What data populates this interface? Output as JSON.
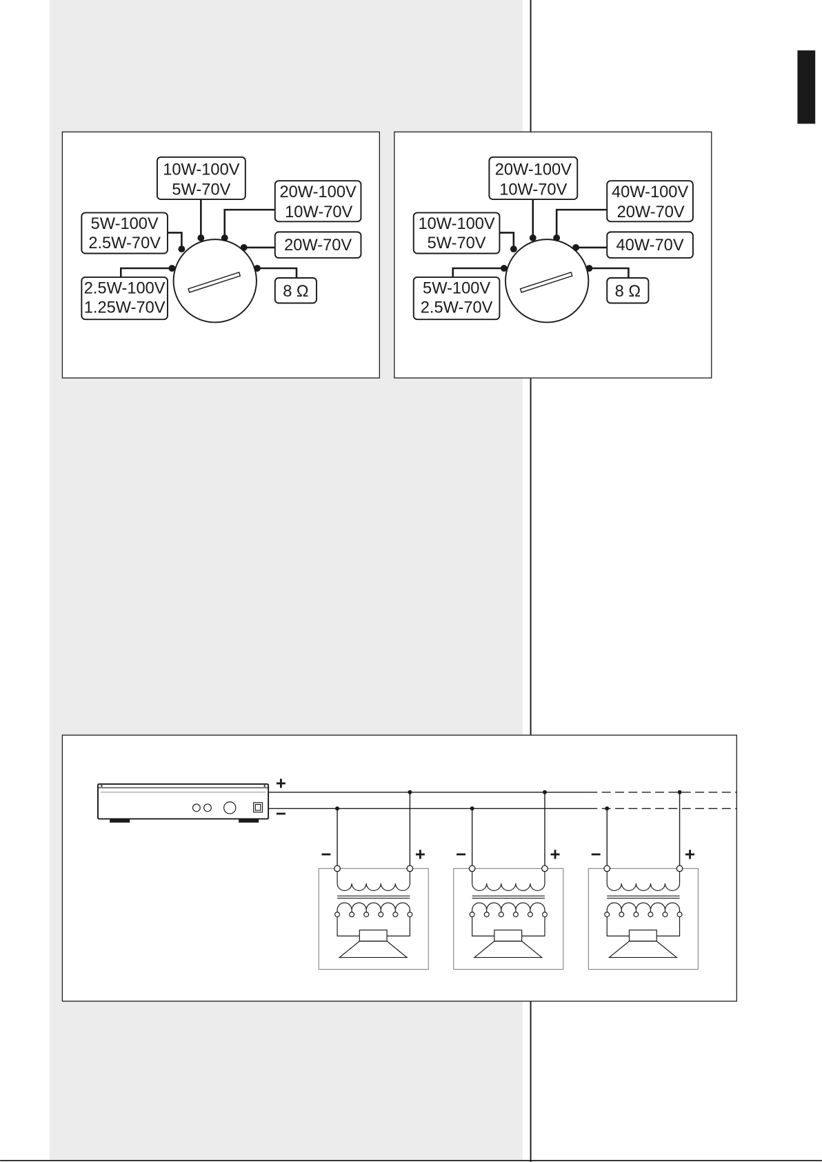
{
  "page": {
    "band_color": "#ececec",
    "rule_color": "#1a1a1a",
    "tab_color": "#1a1a1a"
  },
  "tap_switches": [
    {
      "tap_top": [
        "10W-100V",
        "5W-70V"
      ],
      "tap_top_right": [
        "20W-100V",
        "10W-70V"
      ],
      "tap_right": "20W-70V",
      "tap_left": [
        "5W-100V",
        "2.5W-70V"
      ],
      "tap_bottom_left": [
        "2.5W-100V",
        "1.25W-70V"
      ],
      "tap_bottom_right": "8 Ω"
    },
    {
      "tap_top": [
        "20W-100V",
        "10W-70V"
      ],
      "tap_top_right": [
        "40W-100V",
        "20W-70V"
      ],
      "tap_right": "40W-70V",
      "tap_left": [
        "10W-100V",
        "5W-70V"
      ],
      "tap_bottom_left": [
        "5W-100V",
        "2.5W-70V"
      ],
      "tap_bottom_right": "8 Ω"
    }
  ],
  "wiring": {
    "amplifier_plus": "+",
    "amplifier_minus": "−",
    "speakers": [
      {
        "minus": "−",
        "plus": "+"
      },
      {
        "minus": "−",
        "plus": "+"
      },
      {
        "minus": "−",
        "plus": "+"
      }
    ]
  }
}
